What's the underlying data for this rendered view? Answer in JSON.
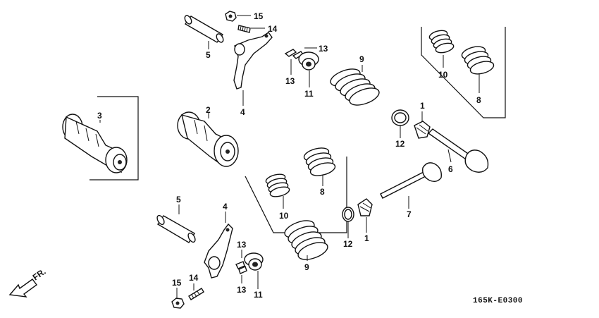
{
  "diagram": {
    "code": "165K-E0300",
    "direction_label": "FR.",
    "callouts": {
      "c1a": "1",
      "c1b": "1",
      "c2": "2",
      "c3": "3",
      "c4a": "4",
      "c4b": "4",
      "c5a": "5",
      "c5b": "5",
      "c6": "6",
      "c7": "7",
      "c8a": "8",
      "c8b": "8",
      "c9a": "9",
      "c9b": "9",
      "c10a": "10",
      "c10b": "10",
      "c11a": "11",
      "c11b": "11",
      "c12a": "12",
      "c12b": "12",
      "c13a": "13",
      "c13b": "13",
      "c13c": "13",
      "c13d": "13",
      "c14a": "14",
      "c14b": "14",
      "c15a": "15",
      "c15b": "15"
    },
    "icons": {
      "front_arrow": "arrow-down-left-icon"
    }
  }
}
